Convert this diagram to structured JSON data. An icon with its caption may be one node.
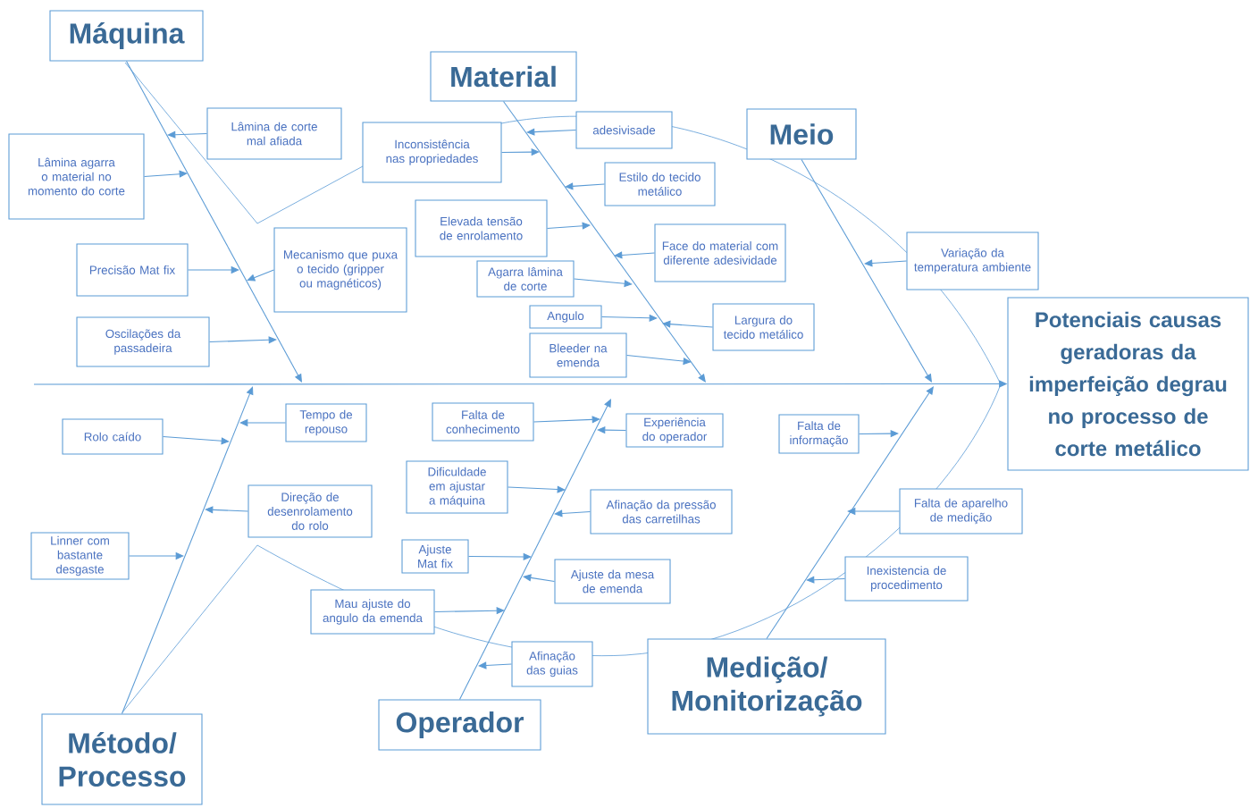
{
  "diagram": {
    "nodes": [
      {
        "text": [
          "Máquina"
        ]
      },
      {
        "text": [
          "Material"
        ]
      },
      {
        "text": [
          "Meio"
        ]
      },
      {
        "text": [
          "Método/ Processo"
        ]
      },
      {
        "text": [
          "Operador"
        ]
      },
      {
        "text": [
          "Medição/ Monitorização"
        ]
      },
      {
        "text": [
          "Potenciais causas geradoras da imperfeição degrau no processo de corte metálico"
        ]
      },
      {
        "text": [
          "Lâmina de corte mal afiada"
        ]
      },
      {
        "text": [
          "Lâmina agarra o material no momento do corte"
        ]
      },
      {
        "text": [
          "Mecanismo que puxa o tecido (gripper ou magnéticos)"
        ]
      },
      {
        "text": [
          "Precisão Mat fix"
        ]
      },
      {
        "text": [
          "Oscilações da passadeira"
        ]
      },
      {
        "text": [
          "adesivisade"
        ]
      },
      {
        "text": [
          "Inconsistência nas propriedades"
        ]
      },
      {
        "text": [
          "Estilo do tecido metálico"
        ]
      },
      {
        "text": [
          "Elevada tensão de enrolamento"
        ]
      },
      {
        "text": [
          "Face do material com diferente adesividade"
        ]
      },
      {
        "text": [
          "Agarra lâmina de corte"
        ]
      },
      {
        "text": [
          "Angulo"
        ]
      },
      {
        "text": [
          "Largura do tecido metálico"
        ]
      },
      {
        "text": [
          "Bleeder na emenda"
        ]
      },
      {
        "text": [
          "Variação da temperatura ambiente"
        ]
      },
      {
        "text": [
          "Tempo de repouso"
        ]
      },
      {
        "text": [
          "Rolo caído"
        ]
      },
      {
        "text": [
          "Direção de desenrolamento do rolo"
        ]
      },
      {
        "text": [
          "Linner com bastante desgaste"
        ]
      },
      {
        "text": [
          "Falta de conhecimento"
        ]
      },
      {
        "text": [
          "Experiência do operador"
        ]
      },
      {
        "text": [
          "Dificuldade em ajustar a máquina"
        ]
      },
      {
        "text": [
          "Afinação da pressão das carretilhas"
        ]
      },
      {
        "text": [
          "Ajuste Mat fix"
        ]
      },
      {
        "text": [
          "Ajuste da mesa de emenda"
        ]
      },
      {
        "text": [
          "Mau ajuste do angulo da emenda"
        ]
      },
      {
        "text": [
          "Afinação das guias"
        ]
      },
      {
        "text": [
          "Falta de informação"
        ]
      },
      {
        "text": [
          "Falta de aparelho de medição"
        ]
      },
      {
        "text": [
          "Inexistencia de procedimento"
        ]
      }
    ],
    "edges": [
      {
        "from": 0,
        "to": null,
        "arrow": "to"
      },
      {
        "from": 1,
        "to": null,
        "arrow": "to"
      },
      {
        "from": 2,
        "to": null,
        "arrow": "to"
      },
      {
        "from": 3,
        "to": null,
        "arrow": "to"
      },
      {
        "from": 4,
        "to": null,
        "arrow": "to"
      },
      {
        "from": 5,
        "to": null,
        "arrow": "to"
      },
      {
        "from": null,
        "to": 6,
        "arrow": "to"
      },
      {
        "from": 7,
        "to": null,
        "arrow": "to"
      },
      {
        "from": 8,
        "to": null,
        "arrow": "to"
      },
      {
        "from": 9,
        "to": null,
        "arrow": "to"
      },
      {
        "from": 10,
        "to": null,
        "arrow": "to"
      },
      {
        "from": 11,
        "to": null,
        "arrow": "to"
      },
      {
        "from": 12,
        "to": null,
        "arrow": "to"
      },
      {
        "from": 13,
        "to": null,
        "arrow": "to"
      },
      {
        "from": 14,
        "to": null,
        "arrow": "to"
      },
      {
        "from": 15,
        "to": null,
        "arrow": "to"
      },
      {
        "from": 16,
        "to": null,
        "arrow": "to"
      },
      {
        "from": 17,
        "to": null,
        "arrow": "to"
      },
      {
        "from": 18,
        "to": null,
        "arrow": "to"
      },
      {
        "from": 19,
        "to": null,
        "arrow": "to"
      },
      {
        "from": 20,
        "to": null,
        "arrow": "to"
      },
      {
        "from": 21,
        "to": null,
        "arrow": "to"
      },
      {
        "from": 22,
        "to": null,
        "arrow": "to"
      },
      {
        "from": 23,
        "to": null,
        "arrow": "to"
      },
      {
        "from": 24,
        "to": null,
        "arrow": "to"
      },
      {
        "from": 25,
        "to": null,
        "arrow": "to"
      },
      {
        "from": 26,
        "to": null,
        "arrow": "to"
      },
      {
        "from": 27,
        "to": null,
        "arrow": "to"
      },
      {
        "from": 28,
        "to": null,
        "arrow": "to"
      },
      {
        "from": 29,
        "to": null,
        "arrow": "to"
      },
      {
        "from": 30,
        "to": null,
        "arrow": "to"
      },
      {
        "from": 31,
        "to": null,
        "arrow": "to"
      },
      {
        "from": 32,
        "to": null,
        "arrow": "to"
      },
      {
        "from": 33,
        "to": null,
        "arrow": "to"
      },
      {
        "from": 34,
        "to": null,
        "arrow": "to"
      },
      {
        "from": 35,
        "to": null,
        "arrow": "to"
      },
      {
        "from": 36,
        "to": null,
        "arrow": "to"
      }
    ]
  }
}
